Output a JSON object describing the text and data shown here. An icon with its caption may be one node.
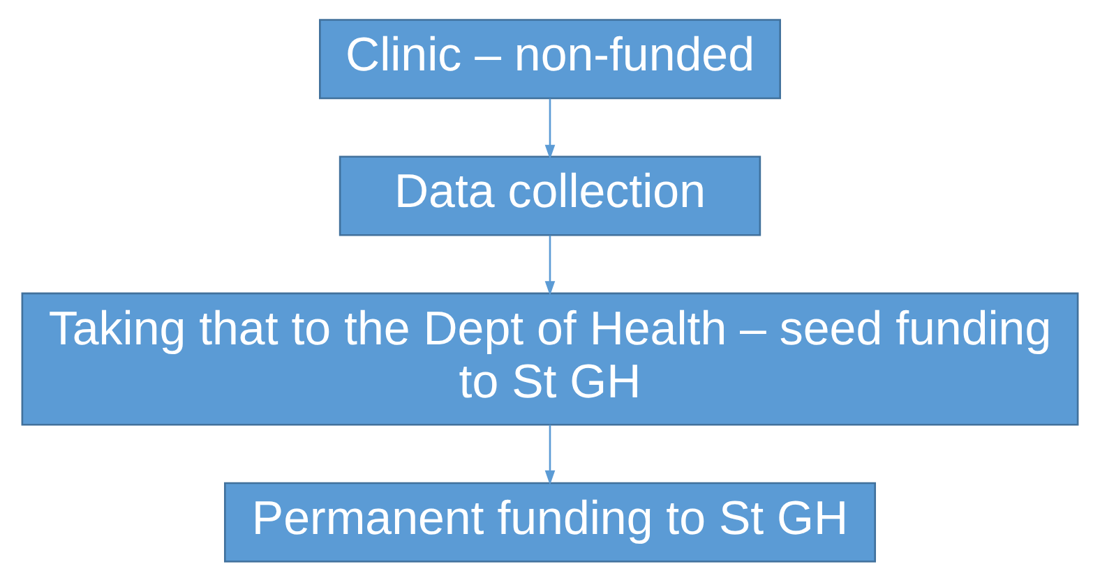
{
  "diagram": {
    "nodes": [
      {
        "text": [
          "Clinic – non-funded"
        ]
      },
      {
        "text": [
          "Data collection"
        ]
      },
      {
        "text": [
          "Taking that to the Dept of Health – seed funding to St GH"
        ]
      },
      {
        "text": [
          "Permanent funding to St GH"
        ]
      }
    ],
    "edges": [
      {
        "from": 0,
        "to": 1,
        "arrow": "to"
      },
      {
        "from": 1,
        "to": 2,
        "arrow": "to"
      },
      {
        "from": 2,
        "to": 3,
        "arrow": "to"
      }
    ]
  }
}
